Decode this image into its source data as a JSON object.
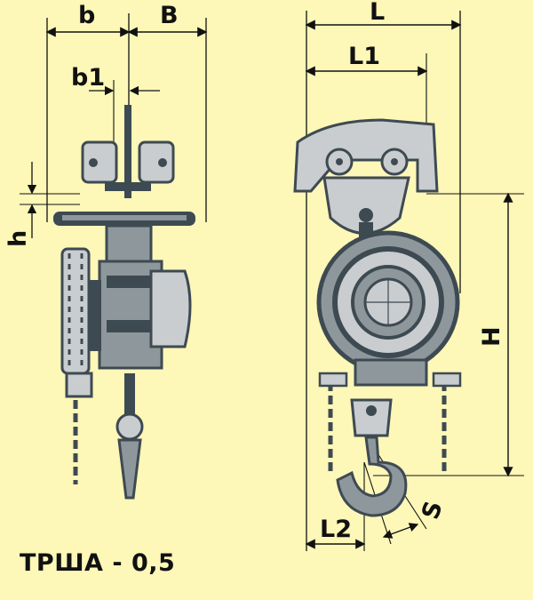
{
  "colors": {
    "background": "#fdf7b8",
    "metal_light": "#c9cdd0",
    "metal_mid": "#8e979c",
    "metal_dark": "#3e4a52",
    "line": "#111111"
  },
  "labels": {
    "b": "b",
    "B": "B",
    "b1": "b1",
    "h": "h",
    "L": "L",
    "L1": "L1",
    "L2": "L2",
    "H": "H",
    "S": "S"
  },
  "caption": "ТРША - 0,5"
}
